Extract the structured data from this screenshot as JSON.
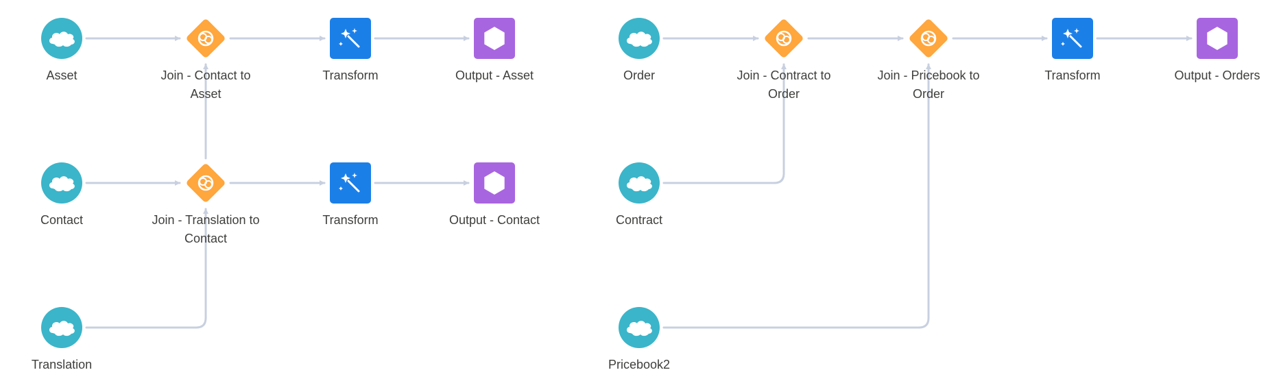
{
  "colors": {
    "source": "#3bb5c9",
    "join": "#ffa63d",
    "transform": "#1b7fe8",
    "output": "#a865e0",
    "connector": "#c8d0e0",
    "label": "#3e3e3c"
  },
  "nodes": {
    "asset": {
      "label": "Asset",
      "type": "source",
      "icon": "cloud-icon"
    },
    "join_contact_asset": {
      "label": "Join - Contact to Asset",
      "type": "join",
      "icon": "join-icon"
    },
    "transform_1": {
      "label": "Transform",
      "type": "transform",
      "icon": "magic-wand-icon"
    },
    "output_asset": {
      "label": "Output - Asset",
      "type": "output",
      "icon": "hexagon-icon"
    },
    "contact": {
      "label": "Contact",
      "type": "source",
      "icon": "cloud-icon"
    },
    "join_translation_contact": {
      "label": "Join - Translation to Contact",
      "type": "join",
      "icon": "join-icon"
    },
    "transform_2": {
      "label": "Transform",
      "type": "transform",
      "icon": "magic-wand-icon"
    },
    "output_contact": {
      "label": "Output - Contact",
      "type": "output",
      "icon": "hexagon-icon"
    },
    "translation": {
      "label": "Translation",
      "type": "source",
      "icon": "cloud-icon"
    },
    "order": {
      "label": "Order",
      "type": "source",
      "icon": "cloud-icon"
    },
    "join_contract_order": {
      "label": "Join - Contract to Order",
      "type": "join",
      "icon": "join-icon"
    },
    "join_pricebook_order": {
      "label": "Join - Pricebook to Order",
      "type": "join",
      "icon": "join-icon"
    },
    "transform_3": {
      "label": "Transform",
      "type": "transform",
      "icon": "magic-wand-icon"
    },
    "output_orders": {
      "label": "Output - Orders",
      "type": "output",
      "icon": "hexagon-icon"
    },
    "contract": {
      "label": "Contract",
      "type": "source",
      "icon": "cloud-icon"
    },
    "pricebook2": {
      "label": "Pricebook2",
      "type": "source",
      "icon": "cloud-icon"
    }
  },
  "edges": [
    {
      "from": "asset",
      "to": "join_contact_asset"
    },
    {
      "from": "join_contact_asset",
      "to": "transform_1"
    },
    {
      "from": "transform_1",
      "to": "output_asset"
    },
    {
      "from": "join_translation_contact",
      "to": "join_contact_asset"
    },
    {
      "from": "contact",
      "to": "join_translation_contact"
    },
    {
      "from": "join_translation_contact",
      "to": "transform_2"
    },
    {
      "from": "transform_2",
      "to": "output_contact"
    },
    {
      "from": "translation",
      "to": "join_translation_contact"
    },
    {
      "from": "order",
      "to": "join_contract_order"
    },
    {
      "from": "join_contract_order",
      "to": "join_pricebook_order"
    },
    {
      "from": "join_pricebook_order",
      "to": "transform_3"
    },
    {
      "from": "transform_3",
      "to": "output_orders"
    },
    {
      "from": "contract",
      "to": "join_contract_order"
    },
    {
      "from": "pricebook2",
      "to": "join_pricebook_order"
    }
  ]
}
